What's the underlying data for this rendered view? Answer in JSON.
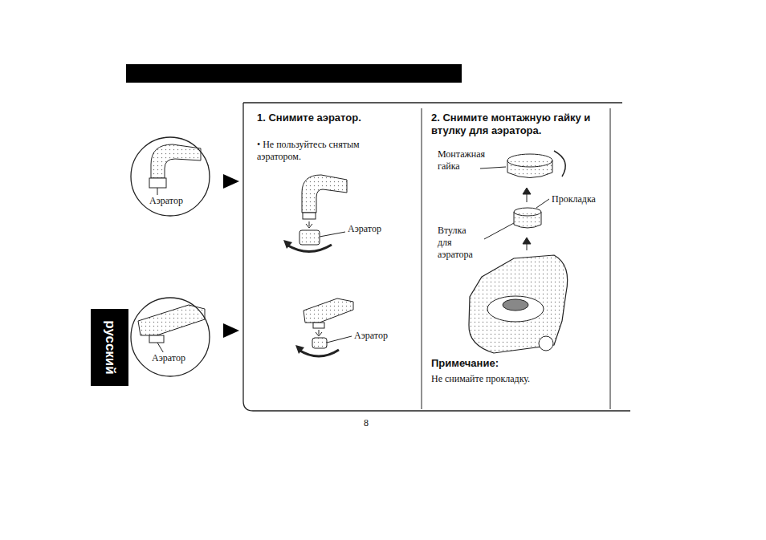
{
  "diagram": {
    "nodes": [
      {
        "text": [
          "Аэратор"
        ]
      },
      {
        "text": [
          "Аэратор"
        ]
      },
      {
        "text": [
          "1. Снимите аэратор.",
          "• Не пользуйтесь снятым аэратором."
        ]
      },
      {
        "text": [
          "2. Снимите монтажную гайку и втулку для аэратора.",
          "Примечание:",
          "Не снимайте прокладку."
        ]
      }
    ],
    "labels": [
      "Аэратор",
      "Аэратор",
      "Монтажная гайка",
      "Прокладка",
      "Втулка для аэратора",
      "8",
      "русский"
    ]
  }
}
